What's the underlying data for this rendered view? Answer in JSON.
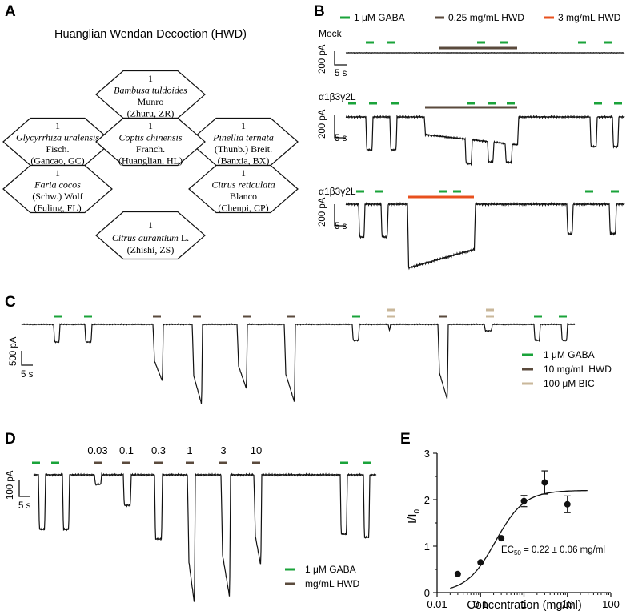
{
  "panels": {
    "A": {
      "letter": "A",
      "title": "Huanglian Wendan Decoction (HWD)",
      "herbs": [
        {
          "ratio": "1",
          "species": "Bambusa tuldoides",
          "author": "Munro",
          "common": "(Zhuru, ZR)"
        },
        {
          "ratio": "1",
          "species": "Glycyrrhiza uralensis",
          "author": "Fisch.",
          "common": "(Gancao, GC)"
        },
        {
          "ratio": "1",
          "species": "Pinellia ternata",
          "author": "(Thunb.) Breit.",
          "common": "(Banxia, BX)"
        },
        {
          "ratio": "1",
          "species": "Coptis chinensis",
          "author": "Franch.",
          "common": "(Huanglian, HL)"
        },
        {
          "ratio": "1",
          "species": "Faria cocos",
          "author": "(Schw.) Wolf",
          "common": "(Fuling, FL)"
        },
        {
          "ratio": "1",
          "species": "Citrus reticulata",
          "author": "Blanco",
          "common": "(Chenpi, CP)"
        },
        {
          "ratio": "1",
          "species": "Citrus aurantium",
          "author": "L.",
          "common": "(Zhishi, ZS)"
        }
      ]
    },
    "B": {
      "letter": "B",
      "legend": [
        "1 μM GABA",
        "0.25 mg/mL HWD",
        "3 mg/mL HWD"
      ],
      "traces": [
        "Mock",
        "α1β3γ2L",
        "α1β3γ2L"
      ],
      "scale_y": "200 pA",
      "scale_x": "5 s"
    },
    "C": {
      "letter": "C",
      "legend": [
        "1 μM GABA",
        "10 mg/mL HWD",
        "100 μM BIC"
      ],
      "scale_y": "500 pA",
      "scale_x": "5 s"
    },
    "D": {
      "letter": "D",
      "conc_labels": [
        "0.03",
        "0.1",
        "0.3",
        "1",
        "3",
        "10"
      ],
      "legend": [
        "1 μM GABA",
        "mg/mL HWD"
      ],
      "scale_y": "100 pA",
      "scale_x": "5 s"
    },
    "E": {
      "letter": "E",
      "ylabel_main": "I/I",
      "ylabel_sub": "0",
      "xlabel": "Concentration  (mg/ml)",
      "ec50_main": "EC",
      "ec50_sub": "50",
      "ec50_rest": " = 0.22 ± 0.06 mg/ml"
    }
  },
  "colors": {
    "gaba": "#1aa33a",
    "hwd": "#5a4a3c",
    "hwd_high": "#e8501e",
    "bic": "#c9b79a",
    "trace": "#111111"
  },
  "chart_data": {
    "type": "scatter",
    "x": [
      0.03,
      0.1,
      0.3,
      1,
      3,
      10
    ],
    "y": [
      0.4,
      0.65,
      1.17,
      1.97,
      2.37,
      1.9
    ],
    "err": [
      0.0,
      0.0,
      0.0,
      0.12,
      0.25,
      0.18
    ],
    "xscale": "log",
    "xlim": [
      0.01,
      100
    ],
    "ylim": [
      0,
      3
    ],
    "xticks": [
      "0.01",
      "0.1",
      "1",
      "10",
      "100"
    ],
    "yticks": [
      "0",
      "1",
      "2",
      "3"
    ],
    "fit": {
      "model": "hill",
      "ec50": 0.22,
      "top": 2.2,
      "bottom": 0.0,
      "hill": 1.3
    }
  }
}
